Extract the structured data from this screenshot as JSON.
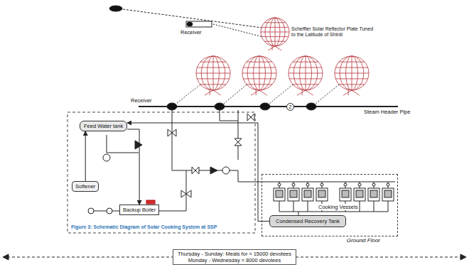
{
  "diagram": {
    "caption": "Figure 3: Schematic Diagram of Solar Cooking System at SSP",
    "nodes": [
      {
        "text": [
          "Feed Water tank"
        ]
      },
      {
        "text": [
          "Softener"
        ]
      },
      {
        "text": [
          "Backup Boiler"
        ]
      },
      {
        "text": [
          "Ground Floor"
        ]
      },
      {
        "text": [
          "Condensed Recovery Tank"
        ],
        "in": 3
      },
      {
        "text": [
          "Thursday - Sunday: Meals for ≈ 15000 devotees",
          "Monday - Wednesday ≈ 8000 devotees"
        ]
      }
    ],
    "edges": [
      {
        "from": 1,
        "to": 0,
        "arrow": "to"
      },
      {
        "from": 0,
        "to": 2,
        "arrow": "to"
      },
      {
        "from": 4,
        "to": 0,
        "arrow": "to"
      }
    ],
    "labels": [
      "Receiver",
      "Scheffler Solar Reflector Plate Tuned to the Latitude of Shirdi",
      "Receiver",
      "Steam Header Pipe",
      "2",
      "Cooking Vessels"
    ]
  }
}
